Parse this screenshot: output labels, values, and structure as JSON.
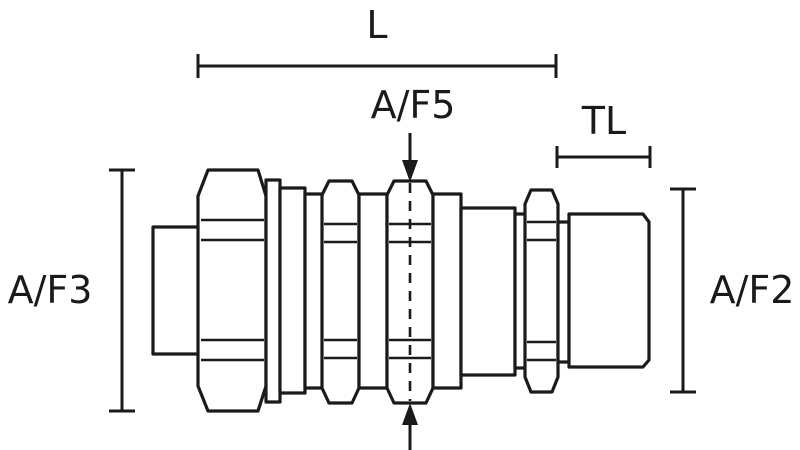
{
  "labels": {
    "length": "L",
    "thread_length": "TL",
    "af5": "A/F5",
    "af3": "A/F3",
    "af2": "A/F2"
  },
  "colors": {
    "line": "#1a1a1a",
    "background": "#ffffff"
  }
}
